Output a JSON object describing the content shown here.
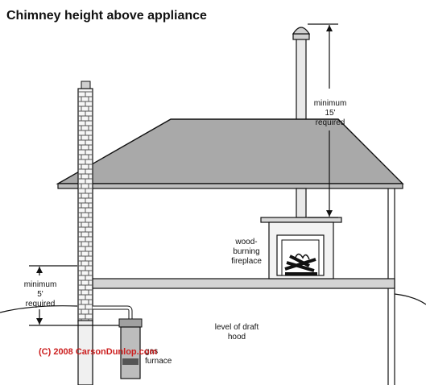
{
  "title": "Chimney height above appliance",
  "labels": {
    "min15": [
      "minimum",
      "15'",
      "required"
    ],
    "min5": [
      "minimum",
      "5'",
      "required"
    ],
    "fireplace": [
      "wood-",
      "burning",
      "fireplace"
    ],
    "draft": [
      "level of draft",
      "hood"
    ],
    "furnace": [
      "gas",
      "furnace"
    ]
  },
  "copyright": "(C) 2008 CarsonDunlop.com",
  "colors": {
    "copyright": "#cc1f1f",
    "roof": "#a9a9a9",
    "floor": "#d4d4d4",
    "line": "#111111"
  }
}
